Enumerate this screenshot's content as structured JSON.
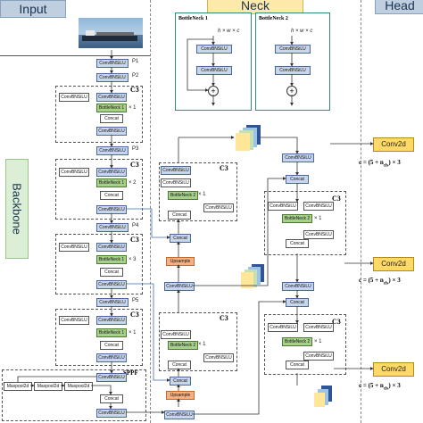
{
  "headers": {
    "input": "Input",
    "neck": "Neck",
    "head": "Head"
  },
  "side_label": "Backbone",
  "colors": {
    "header_fill": "#fde9a9",
    "conv_fill": "#c9d6ea",
    "bottleneck_fill": "#a8d08d",
    "upsample_fill": "#f5b183",
    "head_fill": "#ffd966",
    "neck_panel_border": "#2f8a76"
  },
  "backbone": {
    "convs": [
      "ConvBNSiLU",
      "ConvBNSiLU",
      "ConvBNSiLU",
      "ConvBNSiLU",
      "ConvBNSiLU",
      "ConvBNSiLU"
    ],
    "levels": [
      "P1",
      "P2",
      "P3",
      "P4",
      "P5"
    ],
    "c3_label": "C3",
    "c3_inner": {
      "conv_a": "ConvBNSiLU",
      "conv_b": "ConvBNSiLU",
      "bottleneck": "BottleNeck 1",
      "concat": "Concat",
      "conv_out": "ConvBNSiLU"
    },
    "repeats": [
      "× 1",
      "× 2",
      "× 3",
      "× 1"
    ],
    "sppf_label": "SPPF",
    "sppf": {
      "maxpool": [
        "Maxpool2d",
        "Maxpool2d",
        "Maxpool2d"
      ],
      "conv": "ConvBNSiLU",
      "concat": "Concat",
      "conv_out": "ConvBNSiLU"
    }
  },
  "bottleneck_panels": [
    {
      "title": "BottleNeck 1",
      "dims": "h × w × c",
      "conv1": "ConvBNSiLU",
      "conv2": "ConvBNSiLU",
      "add": "+"
    },
    {
      "title": "BottleNeck 2",
      "dims": "h × w × c",
      "conv1": "ConvBNSiLU",
      "conv2": "ConvBNSiLU",
      "add": "+"
    }
  ],
  "neck": {
    "conv": "ConvBNSiLU",
    "concat": "Concat",
    "upsample": "Upsample",
    "c3_label": "C3",
    "bottleneck2": "BottleNeck 2",
    "repeat": "× 1"
  },
  "head": {
    "outputs": [
      "Conv2d",
      "Conv2d",
      "Conv2d"
    ],
    "formula": "c = (5 + n",
    "formula_sub": "cls",
    "formula_tail": ") × 3"
  }
}
